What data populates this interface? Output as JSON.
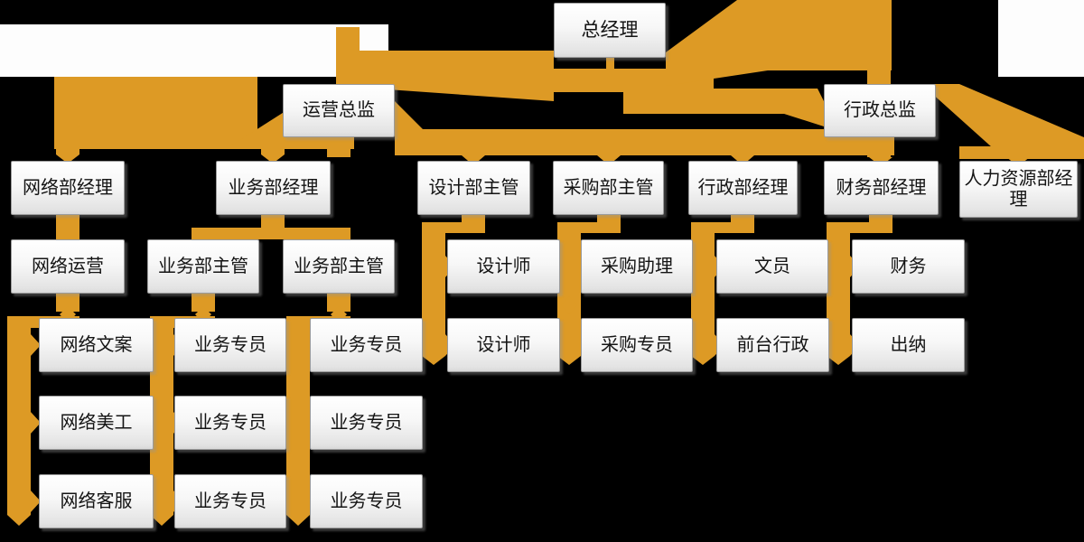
{
  "chart": {
    "type": "org-tree",
    "accent_color": "#DD9A25",
    "background_color": "#000000",
    "box_color": "#FFFFFF",
    "nodes": [
      {
        "id": "gm",
        "label": "总经理",
        "parent": null
      },
      {
        "id": "ops",
        "label": "运营总监",
        "parent": "gm"
      },
      {
        "id": "admin",
        "label": "行政总监",
        "parent": "gm"
      },
      {
        "id": "net-mgr",
        "label": "网络部经理",
        "parent": "ops"
      },
      {
        "id": "biz-mgr",
        "label": "业务部经理",
        "parent": "ops"
      },
      {
        "id": "design-sup",
        "label": "设计部主管",
        "parent": "ops"
      },
      {
        "id": "purch-sup",
        "label": "采购部主管",
        "parent": "ops"
      },
      {
        "id": "admin-mgr",
        "label": "行政部经理",
        "parent": "admin"
      },
      {
        "id": "fin-mgr",
        "label": "财务部经理",
        "parent": "admin"
      },
      {
        "id": "hr-mgr",
        "label": "人力资源部经理",
        "parent": "admin"
      },
      {
        "id": "net-ops",
        "label": "网络运营",
        "parent": "net-mgr"
      },
      {
        "id": "biz-sup1",
        "label": "业务部主管",
        "parent": "biz-mgr"
      },
      {
        "id": "biz-sup2",
        "label": "业务部主管",
        "parent": "biz-mgr"
      },
      {
        "id": "designer1",
        "label": "设计师",
        "parent": "design-sup"
      },
      {
        "id": "purch-asst",
        "label": "采购助理",
        "parent": "purch-sup"
      },
      {
        "id": "clerk",
        "label": "文员",
        "parent": "admin-mgr"
      },
      {
        "id": "finance",
        "label": "财务",
        "parent": "fin-mgr"
      },
      {
        "id": "net-copy",
        "label": "网络文案",
        "parent": "net-ops"
      },
      {
        "id": "biz-spec1",
        "label": "业务专员",
        "parent": "biz-sup1"
      },
      {
        "id": "biz-spec4",
        "label": "业务专员",
        "parent": "biz-sup2"
      },
      {
        "id": "designer2",
        "label": "设计师",
        "parent": "design-sup"
      },
      {
        "id": "purch-spec",
        "label": "采购专员",
        "parent": "purch-sup"
      },
      {
        "id": "reception",
        "label": "前台行政",
        "parent": "admin-mgr"
      },
      {
        "id": "cashier",
        "label": "出纳",
        "parent": "fin-mgr"
      },
      {
        "id": "net-art",
        "label": "网络美工",
        "parent": "net-ops"
      },
      {
        "id": "biz-spec2",
        "label": "业务专员",
        "parent": "biz-sup1"
      },
      {
        "id": "biz-spec5",
        "label": "业务专员",
        "parent": "biz-sup2"
      },
      {
        "id": "net-cs",
        "label": "网络客服",
        "parent": "net-ops"
      },
      {
        "id": "biz-spec3",
        "label": "业务专员",
        "parent": "biz-sup1"
      },
      {
        "id": "biz-spec6",
        "label": "业务专员",
        "parent": "biz-sup2"
      }
    ]
  }
}
